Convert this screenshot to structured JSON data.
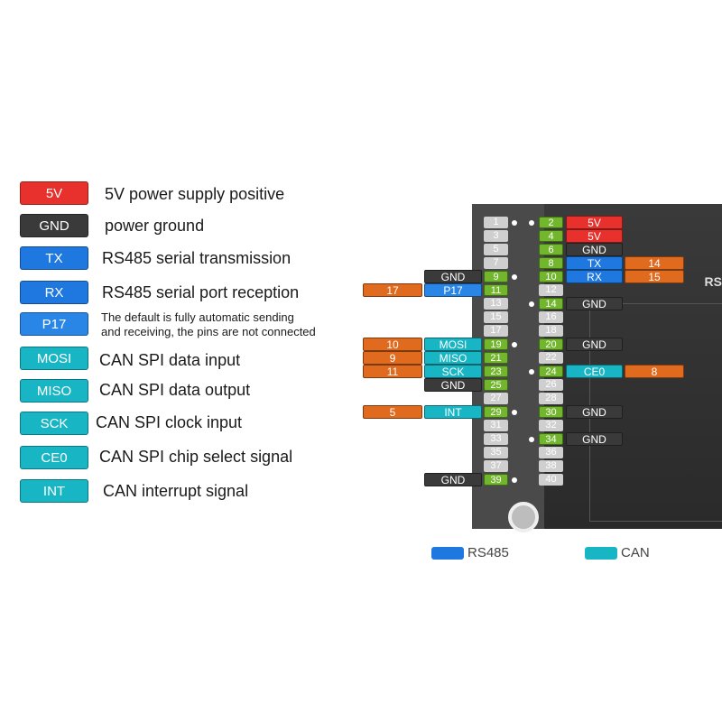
{
  "legend": [
    {
      "badge": "5V",
      "color": "#e8302c",
      "desc": "5V power supply positive"
    },
    {
      "badge": "GND",
      "color": "#3a3a3a",
      "desc": "power ground"
    },
    {
      "badge": "TX",
      "color": "#1e78e0",
      "desc": "RS485 serial transmission"
    },
    {
      "badge": "RX",
      "color": "#1e78e0",
      "desc": "RS485 serial port reception"
    },
    {
      "badge": "P17",
      "color": "#2a86e6",
      "desc_line1": "The default is fully automatic sending",
      "desc_line2": "and receiving, the pins are not connected"
    },
    {
      "badge": "MOSI",
      "color": "#18b6c4",
      "desc": "CAN SPI data input"
    },
    {
      "badge": "MISO",
      "color": "#18b6c4",
      "desc": "CAN SPI data output"
    },
    {
      "badge": "SCK",
      "color": "#18b6c4",
      "desc": "CAN SPI clock input"
    },
    {
      "badge": "CE0",
      "color": "#18b6c4",
      "desc": "CAN SPI chip select signal"
    },
    {
      "badge": "INT",
      "color": "#18b6c4",
      "desc": "CAN interrupt signal"
    }
  ],
  "board_silk": "RS",
  "pins": {
    "odd": [
      "1",
      "3",
      "5",
      "7",
      "9",
      "11",
      "13",
      "15",
      "17",
      "19",
      "21",
      "23",
      "25",
      "27",
      "29",
      "31",
      "33",
      "35",
      "37",
      "39"
    ],
    "even": [
      "2",
      "4",
      "6",
      "8",
      "10",
      "12",
      "14",
      "16",
      "18",
      "20",
      "22",
      "24",
      "26",
      "28",
      "30",
      "32",
      "34",
      "36",
      "38",
      "40"
    ]
  },
  "left_labels": {
    "gnd9": "GND",
    "p17": "P17",
    "p17_num": "17",
    "mosi": "MOSI",
    "mosi_num": "10",
    "miso": "MISO",
    "miso_num": "9",
    "sck": "SCK",
    "sck_num": "11",
    "gnd25": "GND",
    "int": "INT",
    "int_num": "5",
    "gnd39": "GND"
  },
  "right_labels": {
    "v5_2": "5V",
    "v5_4": "5V",
    "gnd6": "GND",
    "tx": "TX",
    "tx_num": "14",
    "rx": "RX",
    "rx_num": "15",
    "gnd14": "GND",
    "gnd20": "GND",
    "ce0": "CE0",
    "ce0_num": "8",
    "gnd30": "GND",
    "gnd34": "GND"
  },
  "bottom_legend": {
    "rs485": "RS485",
    "can": "CAN",
    "rs485_color": "#1e78e0",
    "can_color": "#18b6c4"
  }
}
